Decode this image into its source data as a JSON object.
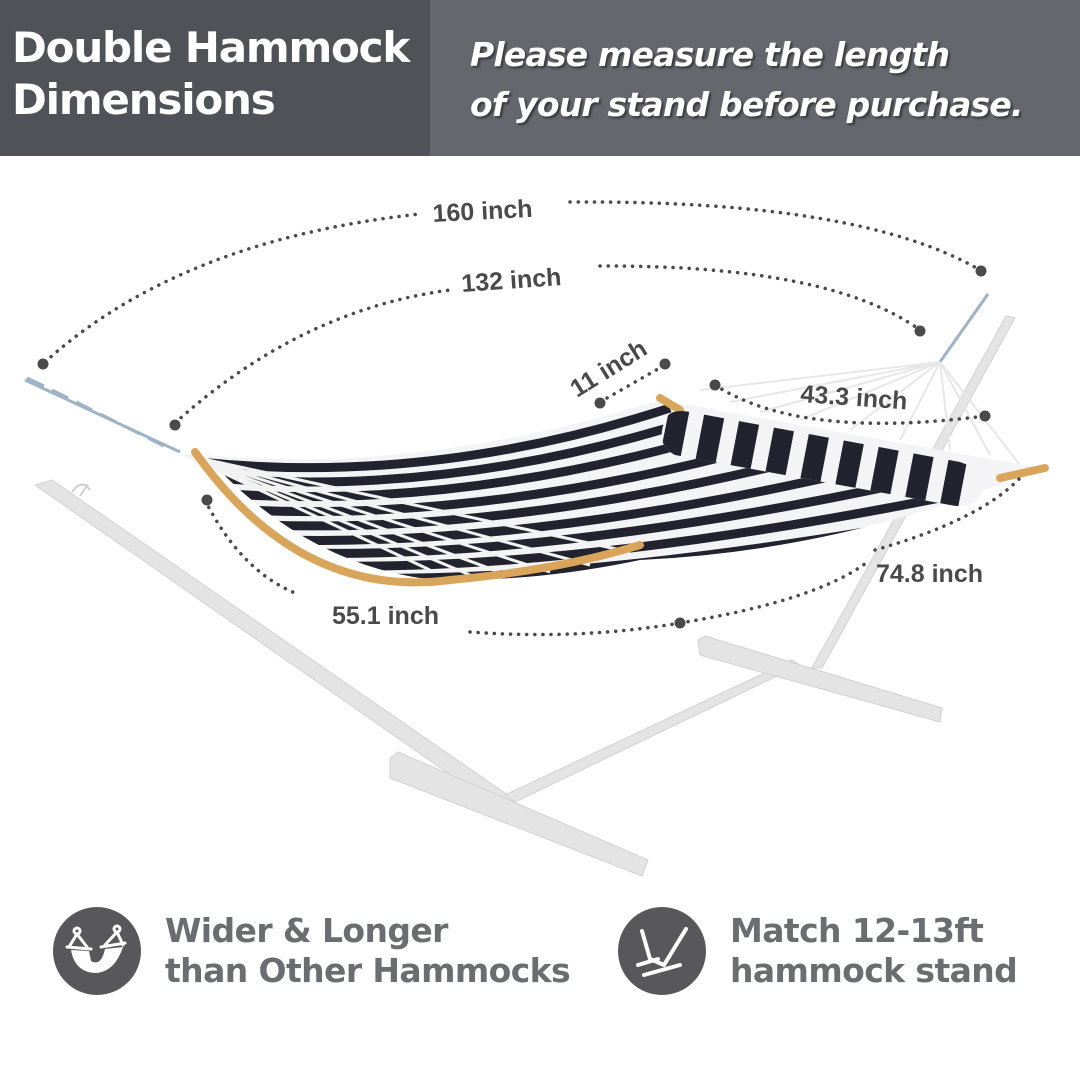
{
  "header": {
    "title_line1": "Double Hammock",
    "title_line2": "Dimensions",
    "subtitle_line1": "Please measure the length",
    "subtitle_line2": "of your stand before purchase.",
    "left_bg": "#4f5257",
    "right_bg": "#66666e"
  },
  "dimensions": {
    "overall_length": "160 inch",
    "bed_length": "132 inch",
    "spreader_to_bed": "11 inch",
    "pillow_length": "43.3 inch",
    "bed_diagonal": "74.8 inch",
    "bed_width": "55.1 inch"
  },
  "product": {
    "fabric_pattern": "navy-white-stripes",
    "stripe_dark": "#23232f",
    "stripe_light": "#f4f4f6",
    "spreader_bar_color": "#d9a55a",
    "stand_color": "#e3e3e3"
  },
  "features": [
    {
      "icon": "hammock-icon",
      "line1": "Wider & Longer",
      "line2": "than Other Hammocks"
    },
    {
      "icon": "stand-icon",
      "line1": "Match 12-13ft",
      "line2": "hammock stand"
    }
  ],
  "colors": {
    "label_text": "#4a4a4a",
    "feature_text": "#6b6d71",
    "icon_circle": "#58585a"
  }
}
